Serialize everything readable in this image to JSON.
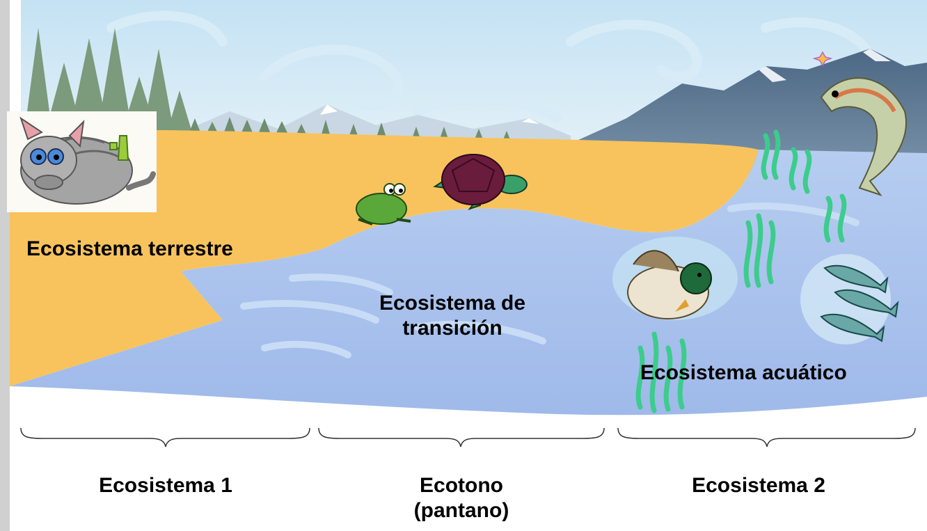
{
  "scene": {
    "labels": {
      "terrestrial": "Ecosistema terrestre",
      "transition": "Ecosistema de\ntransición",
      "aquatic": "Ecosistema acuático"
    },
    "colors": {
      "sky": "#b9dcf0",
      "land": "#f8c35c",
      "water": "#a8c3ee",
      "mountain": "#5b7590",
      "tree": "#7c9a7c",
      "seaweed": "#3ccc8c"
    }
  },
  "brackets": {
    "ecosystem_1": "Ecosistema 1",
    "ecotone": "Ecotono\n(pantano)",
    "ecosystem_2": "Ecosistema 2"
  }
}
